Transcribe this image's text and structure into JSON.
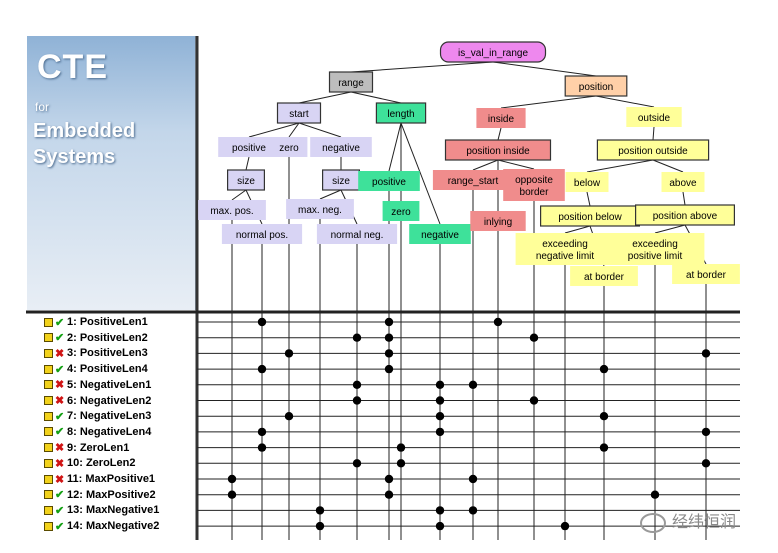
{
  "banner": {
    "title": "CTE",
    "for": "for",
    "line1": "Embedded",
    "line2": "Systems"
  },
  "colors": {
    "root": "#ee88ee",
    "gray": "#bdbdbd",
    "lavender": "#d8d4f4",
    "green": "#3ee19a",
    "red": "#f08c8c",
    "yellow": "#ffff99",
    "peach": "#ffd0a8"
  },
  "tree": {
    "nodes": [
      {
        "id": "root",
        "label": "is_val_in_range",
        "kind": "class",
        "color": "root"
      },
      {
        "id": "range",
        "label": "range",
        "kind": "class",
        "color": "gray"
      },
      {
        "id": "position",
        "label": "position",
        "kind": "class",
        "color": "peach"
      },
      {
        "id": "start",
        "label": "start",
        "kind": "class",
        "color": "lavender"
      },
      {
        "id": "length",
        "label": "length",
        "kind": "class",
        "color": "green"
      },
      {
        "id": "s_pos",
        "label": "positive",
        "kind": "leaf",
        "color": "lavender"
      },
      {
        "id": "s_zero",
        "label": "zero",
        "kind": "leaf",
        "color": "lavender"
      },
      {
        "id": "s_neg",
        "label": "negative",
        "kind": "leaf",
        "color": "lavender"
      },
      {
        "id": "size1",
        "label": "size",
        "kind": "class",
        "color": "lavender"
      },
      {
        "id": "size2",
        "label": "size",
        "kind": "class",
        "color": "lavender"
      },
      {
        "id": "maxpos",
        "label": "max. pos.",
        "kind": "leaf",
        "color": "lavender"
      },
      {
        "id": "normpos",
        "label": "normal pos.",
        "kind": "leaf",
        "color": "lavender"
      },
      {
        "id": "maxneg",
        "label": "max. neg.",
        "kind": "leaf",
        "color": "lavender"
      },
      {
        "id": "normneg",
        "label": "normal neg.",
        "kind": "leaf",
        "color": "lavender"
      },
      {
        "id": "l_pos",
        "label": "positive",
        "kind": "leaf",
        "color": "green"
      },
      {
        "id": "l_zero",
        "label": "zero",
        "kind": "leaf",
        "color": "green"
      },
      {
        "id": "l_neg",
        "label": "negative",
        "kind": "leaf",
        "color": "green"
      },
      {
        "id": "inside",
        "label": "inside",
        "kind": "leaf",
        "color": "red"
      },
      {
        "id": "posinside",
        "label": "position inside",
        "kind": "class",
        "color": "red"
      },
      {
        "id": "rstart",
        "label": "range_start",
        "kind": "leaf",
        "color": "red"
      },
      {
        "id": "inlying",
        "label": "inlying",
        "kind": "leaf",
        "color": "red"
      },
      {
        "id": "oppborder",
        "label": "opposite\nborder",
        "kind": "leaf",
        "color": "red"
      },
      {
        "id": "outside",
        "label": "outside",
        "kind": "leaf",
        "color": "yellow"
      },
      {
        "id": "posoutside",
        "label": "position outside",
        "kind": "class",
        "color": "yellow"
      },
      {
        "id": "below",
        "label": "below",
        "kind": "leaf",
        "color": "yellow"
      },
      {
        "id": "above",
        "label": "above",
        "kind": "leaf",
        "color": "yellow"
      },
      {
        "id": "posbelow",
        "label": "position below",
        "kind": "class",
        "color": "yellow"
      },
      {
        "id": "posabove",
        "label": "position above",
        "kind": "class",
        "color": "yellow"
      },
      {
        "id": "exneg",
        "label": "exceeding\nnegative limit",
        "kind": "leaf",
        "color": "yellow"
      },
      {
        "id": "atb1",
        "label": "at border",
        "kind": "leaf",
        "color": "yellow"
      },
      {
        "id": "expos",
        "label": "exceeding\npositive limit",
        "kind": "leaf",
        "color": "yellow"
      },
      {
        "id": "atb2",
        "label": "at border",
        "kind": "leaf",
        "color": "yellow"
      }
    ],
    "edges": [
      [
        "root",
        "range"
      ],
      [
        "root",
        "position"
      ],
      [
        "range",
        "start"
      ],
      [
        "range",
        "length"
      ],
      [
        "start",
        "s_pos"
      ],
      [
        "start",
        "s_zero"
      ],
      [
        "start",
        "s_neg"
      ],
      [
        "s_pos",
        "size1"
      ],
      [
        "s_neg",
        "size2"
      ],
      [
        "size1",
        "maxpos"
      ],
      [
        "size1",
        "normpos"
      ],
      [
        "size2",
        "maxneg"
      ],
      [
        "size2",
        "normneg"
      ],
      [
        "length",
        "l_pos"
      ],
      [
        "length",
        "l_zero"
      ],
      [
        "length",
        "l_neg"
      ],
      [
        "position",
        "inside"
      ],
      [
        "position",
        "outside"
      ],
      [
        "inside",
        "posinside"
      ],
      [
        "posinside",
        "rstart"
      ],
      [
        "posinside",
        "inlying"
      ],
      [
        "posinside",
        "oppborder"
      ],
      [
        "outside",
        "posoutside"
      ],
      [
        "posoutside",
        "below"
      ],
      [
        "posoutside",
        "above"
      ],
      [
        "below",
        "posbelow"
      ],
      [
        "above",
        "posabove"
      ],
      [
        "posbelow",
        "exneg"
      ],
      [
        "posbelow",
        "atb1"
      ],
      [
        "posabove",
        "expos"
      ],
      [
        "posabove",
        "atb2"
      ]
    ],
    "columns": [
      "maxpos",
      "normpos",
      "s_zero",
      "maxneg",
      "normneg",
      "l_pos",
      "l_zero",
      "l_neg",
      "rstart",
      "inlying",
      "oppborder",
      "exneg",
      "atb1",
      "expos",
      "atb2"
    ]
  },
  "testcases": [
    {
      "id": 1,
      "label": "1: PositiveLen1",
      "ok": true,
      "marks": [
        "normpos",
        "l_pos",
        "inlying"
      ]
    },
    {
      "id": 2,
      "label": "2: PositiveLen2",
      "ok": true,
      "marks": [
        "normneg",
        "l_pos",
        "oppborder"
      ]
    },
    {
      "id": 3,
      "label": "3: PositiveLen3",
      "ok": false,
      "marks": [
        "s_zero",
        "l_pos",
        "atb2"
      ]
    },
    {
      "id": 4,
      "label": "4: PositiveLen4",
      "ok": true,
      "marks": [
        "normpos",
        "l_pos",
        "atb1"
      ]
    },
    {
      "id": 5,
      "label": "5: NegativeLen1",
      "ok": false,
      "marks": [
        "normneg",
        "l_neg",
        "rstart"
      ]
    },
    {
      "id": 6,
      "label": "6: NegativeLen2",
      "ok": false,
      "marks": [
        "normneg",
        "l_neg",
        "oppborder"
      ]
    },
    {
      "id": 7,
      "label": "7: NegativeLen3",
      "ok": true,
      "marks": [
        "s_zero",
        "l_neg",
        "atb1"
      ]
    },
    {
      "id": 8,
      "label": "8: NegativeLen4",
      "ok": true,
      "marks": [
        "normpos",
        "l_neg",
        "atb2"
      ]
    },
    {
      "id": 9,
      "label": "9: ZeroLen1",
      "ok": false,
      "marks": [
        "normpos",
        "l_zero",
        "atb1"
      ]
    },
    {
      "id": 10,
      "label": "10: ZeroLen2",
      "ok": false,
      "marks": [
        "normneg",
        "l_zero",
        "atb2"
      ]
    },
    {
      "id": 11,
      "label": "11: MaxPositive1",
      "ok": false,
      "marks": [
        "maxpos",
        "l_pos",
        "rstart"
      ]
    },
    {
      "id": 12,
      "label": "12: MaxPositive2",
      "ok": true,
      "marks": [
        "maxpos",
        "l_pos",
        "expos"
      ]
    },
    {
      "id": 13,
      "label": "13: MaxNegative1",
      "ok": true,
      "marks": [
        "maxneg",
        "l_neg",
        "rstart"
      ]
    },
    {
      "id": 14,
      "label": "14: MaxNegative2",
      "ok": true,
      "marks": [
        "maxneg",
        "l_neg",
        "exneg"
      ]
    }
  ],
  "watermark": {
    "text": "经纬恒润"
  }
}
